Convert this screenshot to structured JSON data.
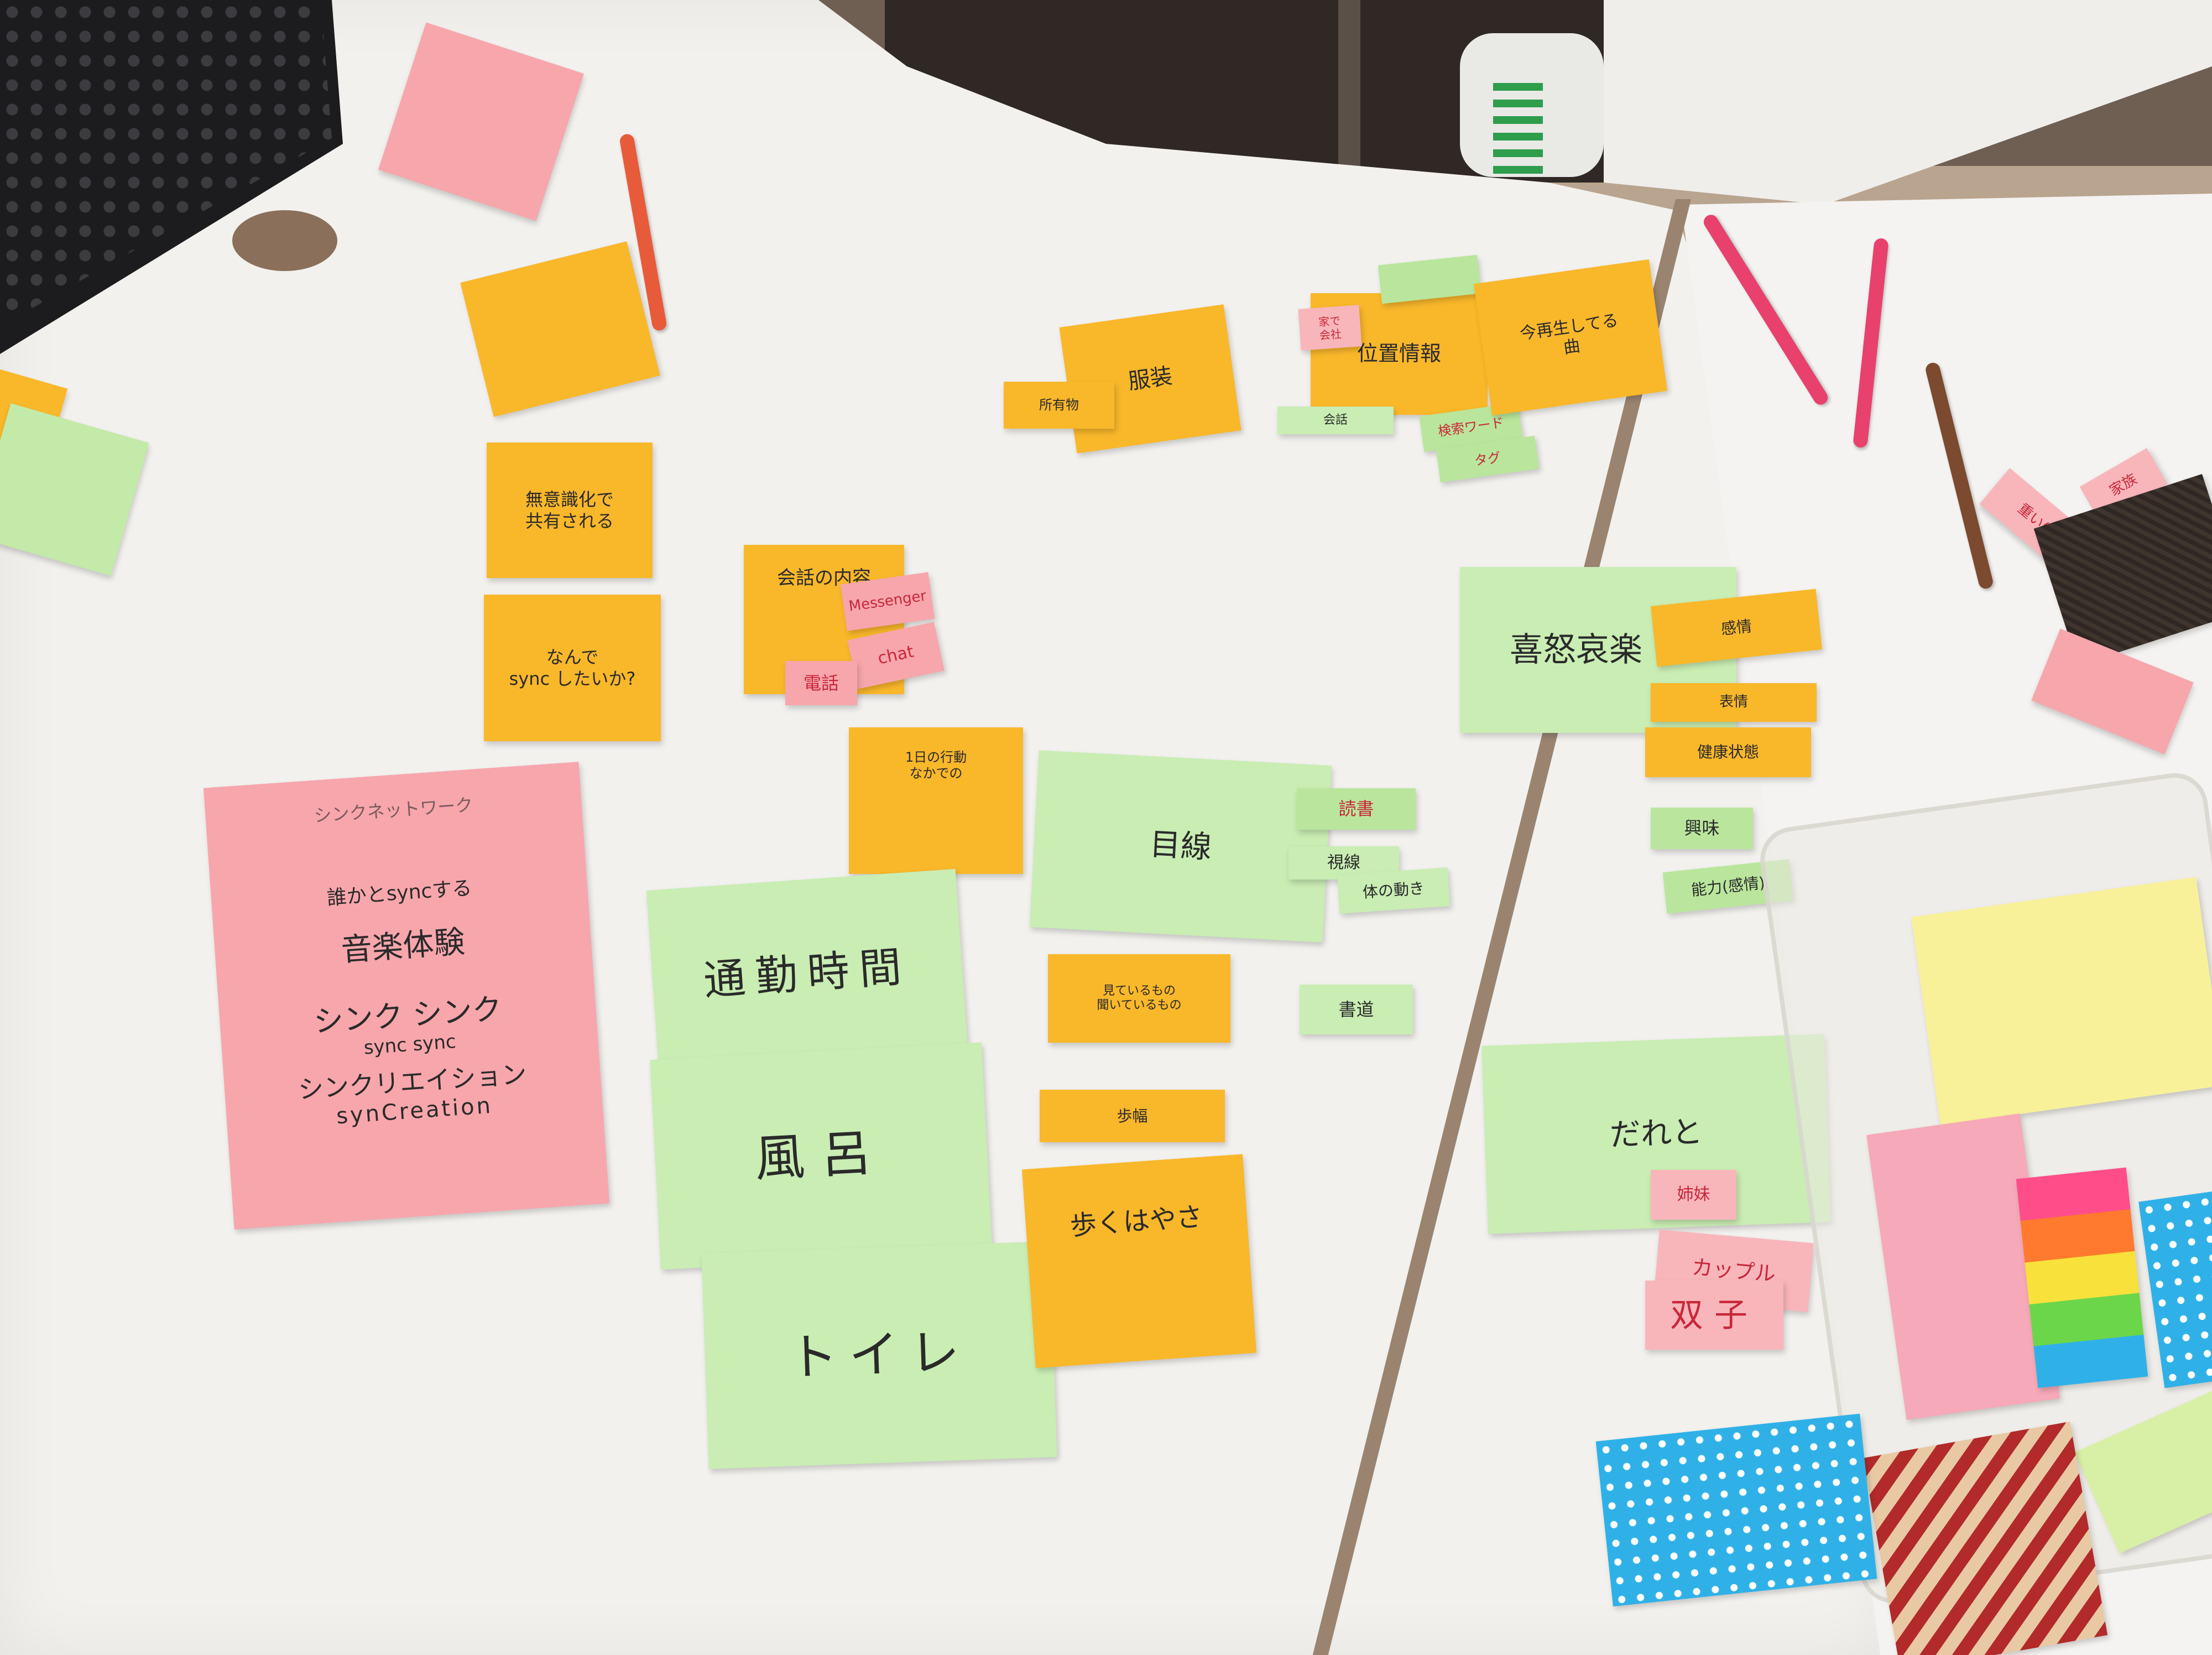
{
  "notes": {
    "y_top_left": "無意識化で\n共有される",
    "y_why": "なんで\nsync したいか?",
    "y_conversation": "会話の内容",
    "p_messenger": "Messenger",
    "p_chat": "chat",
    "p_phone": "電話",
    "y_day": "1日の行動\nなかでの",
    "y_clothes": "服装",
    "y_clothes_small": "所有物",
    "y_location": "位置情報",
    "p_location_tag": "家で\n会社",
    "g_location_strip": "",
    "g_location_left": "会話",
    "g_keyword": "検索ワード",
    "g_tag": "タグ",
    "y_song": "今再生してる\n曲",
    "g_emotion": "喜怒哀楽",
    "y_emotion_1": "感情",
    "y_emotion_2": "表情",
    "y_emotion_3": "健康状態",
    "g_interest": "興味",
    "g_ability": "能力(感情)",
    "g_gaze": "目線",
    "lg_reading": "読書",
    "g_vision": "視線",
    "g_body": "体の動き",
    "y_seen": "見ているもの\n聞いているもの",
    "g_calligraphy": "書道",
    "g_commute": "通勤時間",
    "g_bath": "風呂",
    "g_toilet": "トイレ",
    "y_walk_small": "歩幅",
    "y_walk": "歩くはやさ",
    "g_who": "だれと",
    "pk_siblings": "姉妹",
    "pk_couple": "カップル",
    "pk_twins": "双子",
    "p_network_title": "シンクネットワーク",
    "p_line1": "誰かとsyncする",
    "p_line2": "音楽体験",
    "p_line3": "シンク シンク",
    "p_line4": "sync sync",
    "p_line5": "シンクリエイション",
    "p_line6": "synCreation",
    "right_pink_1": "家族",
    "right_pink_2": "重い(イ?)"
  },
  "colors": {
    "table": "#f2f1ee",
    "sticky_yellow": "#f9b72a",
    "sticky_green": "#c9edb3",
    "sticky_pink": "#f7a6ac",
    "marker_red": "#c8283a"
  }
}
